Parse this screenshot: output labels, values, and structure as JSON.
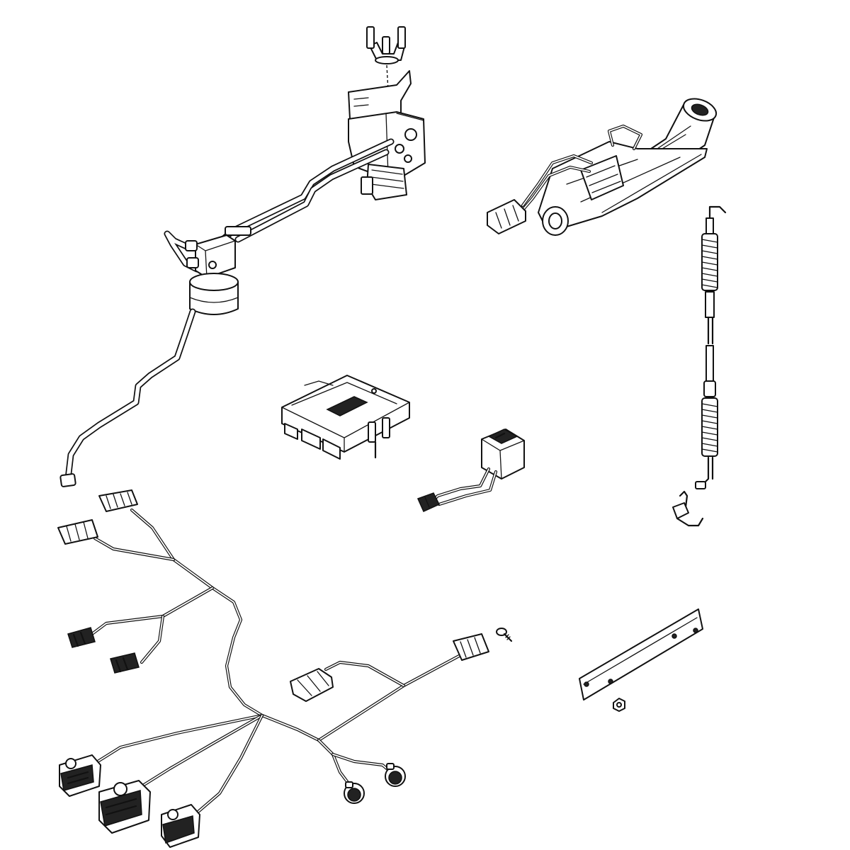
{
  "diagram": {
    "parts": [
      {
        "id": "hydraulic-valve-assembly"
      },
      {
        "id": "hydraulic-line-with-filter"
      },
      {
        "id": "steering-column-sensor"
      },
      {
        "id": "control-rod-springs"
      },
      {
        "id": "electronic-control-unit"
      },
      {
        "id": "rocker-switch-with-lead"
      },
      {
        "id": "main-wiring-harness"
      },
      {
        "id": "mounting-plate"
      },
      {
        "id": "screw"
      },
      {
        "id": "nut"
      }
    ]
  }
}
